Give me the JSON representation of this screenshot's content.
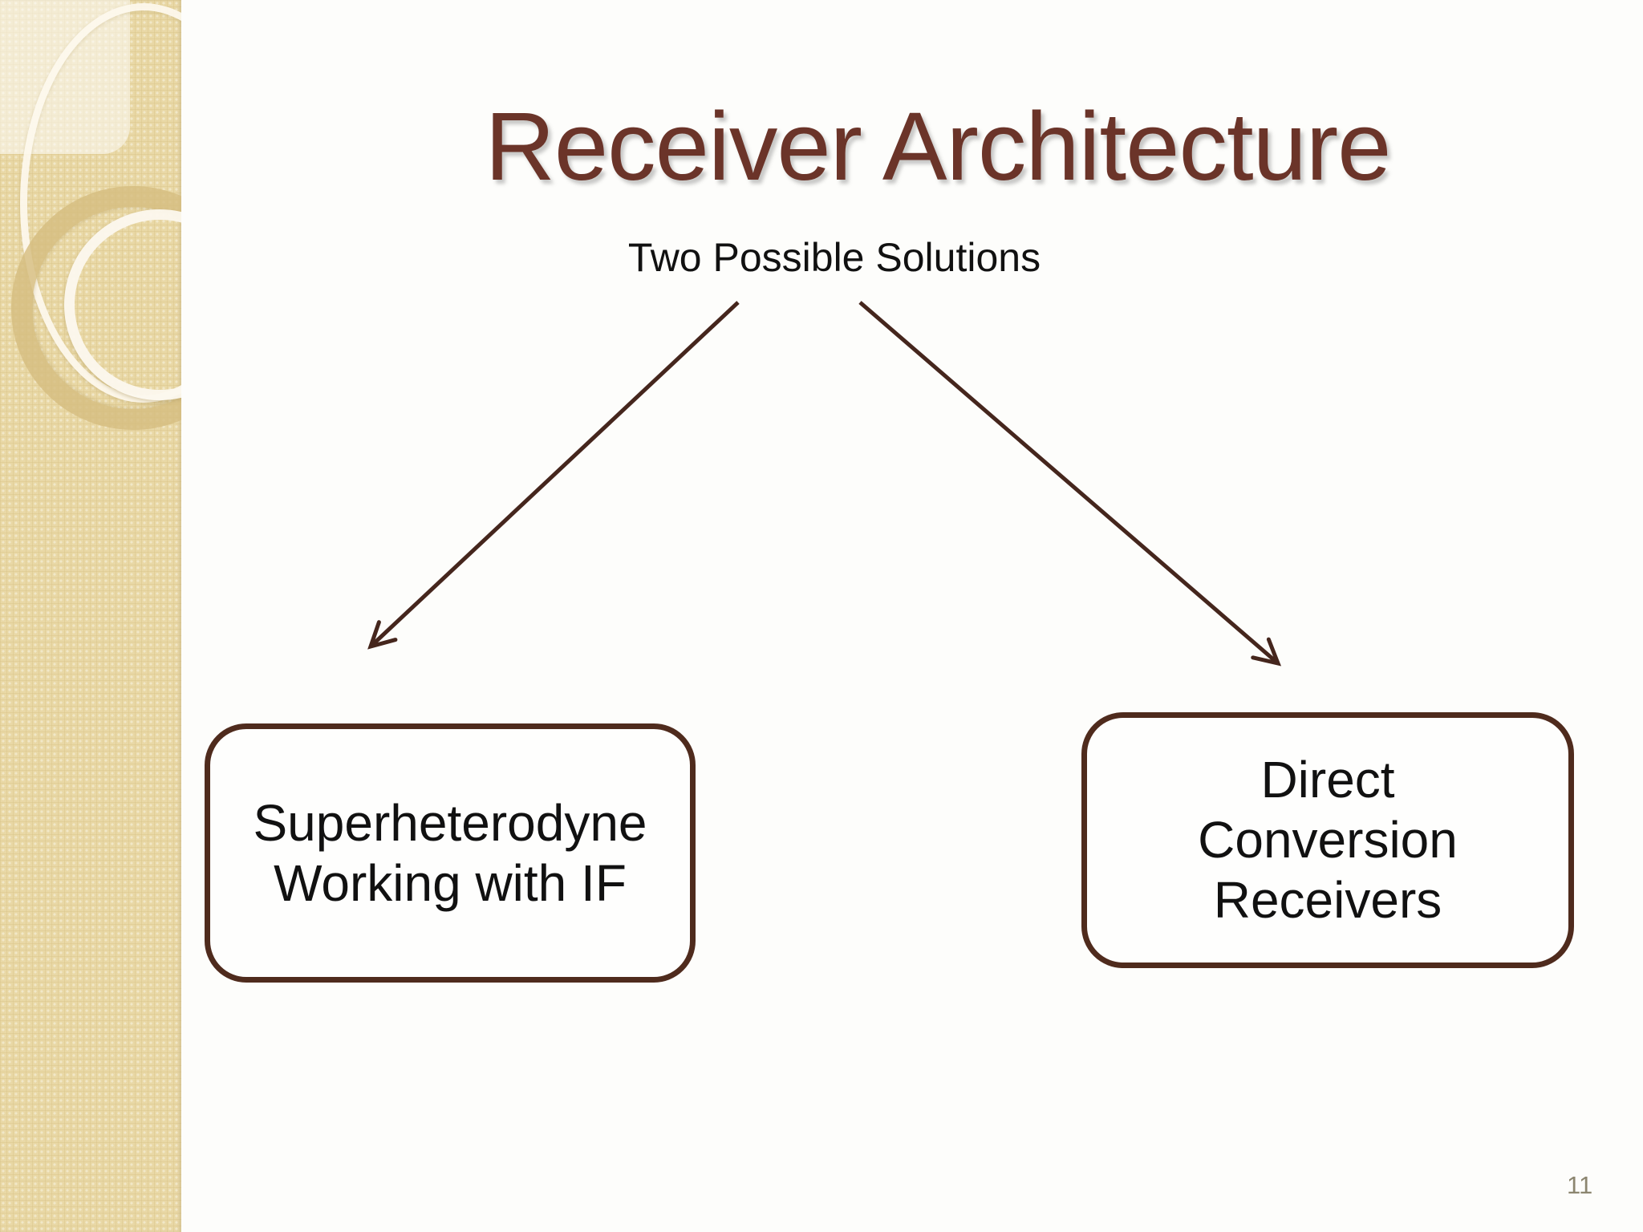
{
  "slide": {
    "title": "Receiver Architecture",
    "subtitle": "Two Possible Solutions",
    "page_number": "11",
    "boxes": [
      {
        "name": "superheterodyne",
        "lines": [
          "Superheterodyne",
          "Working with IF"
        ]
      },
      {
        "name": "direct-conversion",
        "lines": [
          "Direct",
          "Conversion",
          "Receivers"
        ]
      }
    ],
    "colors": {
      "title": "#6B3429",
      "text": "#111111",
      "line": "#45261D",
      "border": "#4F2B1D",
      "sidebar": "#E9D8A6",
      "page": "#8C8670",
      "bg": "#FDFDFB"
    }
  }
}
